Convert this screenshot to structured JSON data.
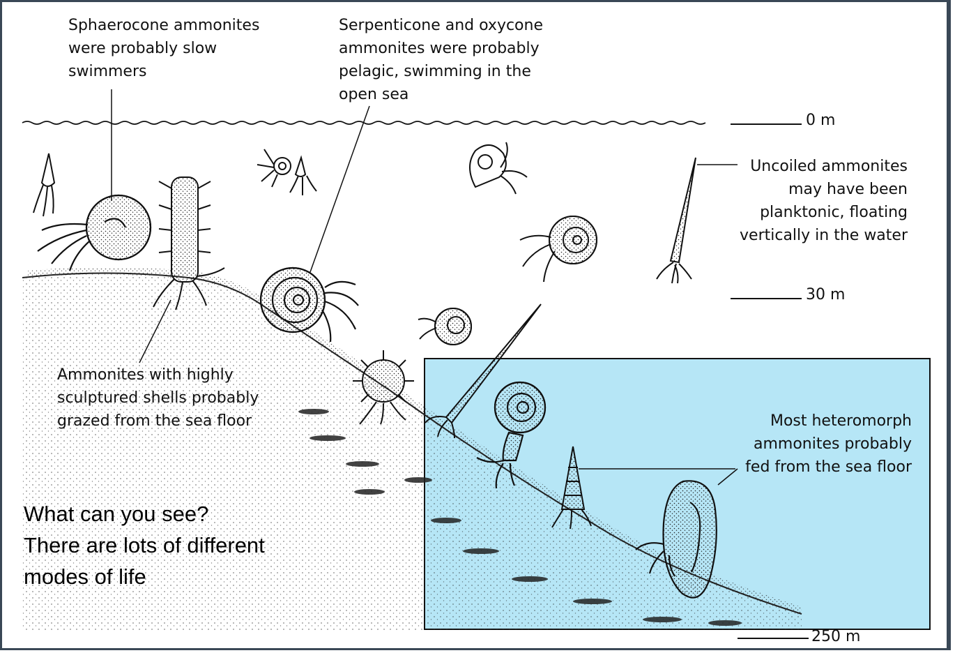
{
  "labels": {
    "sphaerocone": [
      "Sphaerocone ammonites",
      "were probably slow",
      "swimmers"
    ],
    "serpenticone": [
      "Serpenticone and oxycone",
      "ammonites were probably",
      "pelagic, swimming in the",
      "open sea"
    ],
    "uncoiled": [
      "Uncoiled ammonites",
      "may have been",
      "planktonic, floating",
      "vertically in the water"
    ],
    "sculptured": [
      "Ammonites with highly",
      "sculptured shells probably",
      "grazed from the sea floor"
    ],
    "heteromorph": [
      "Most heteromorph",
      "ammonites probably",
      "fed from the sea floor"
    ]
  },
  "depths": {
    "surface": "0 m",
    "mid": "30 m",
    "deep": "250 m"
  },
  "note": [
    "What can you see?",
    "There are lots of different",
    "modes of life"
  ],
  "colors": {
    "highlight": "#b6e6f6",
    "frame": "#3a4856",
    "ink": "#111111"
  }
}
